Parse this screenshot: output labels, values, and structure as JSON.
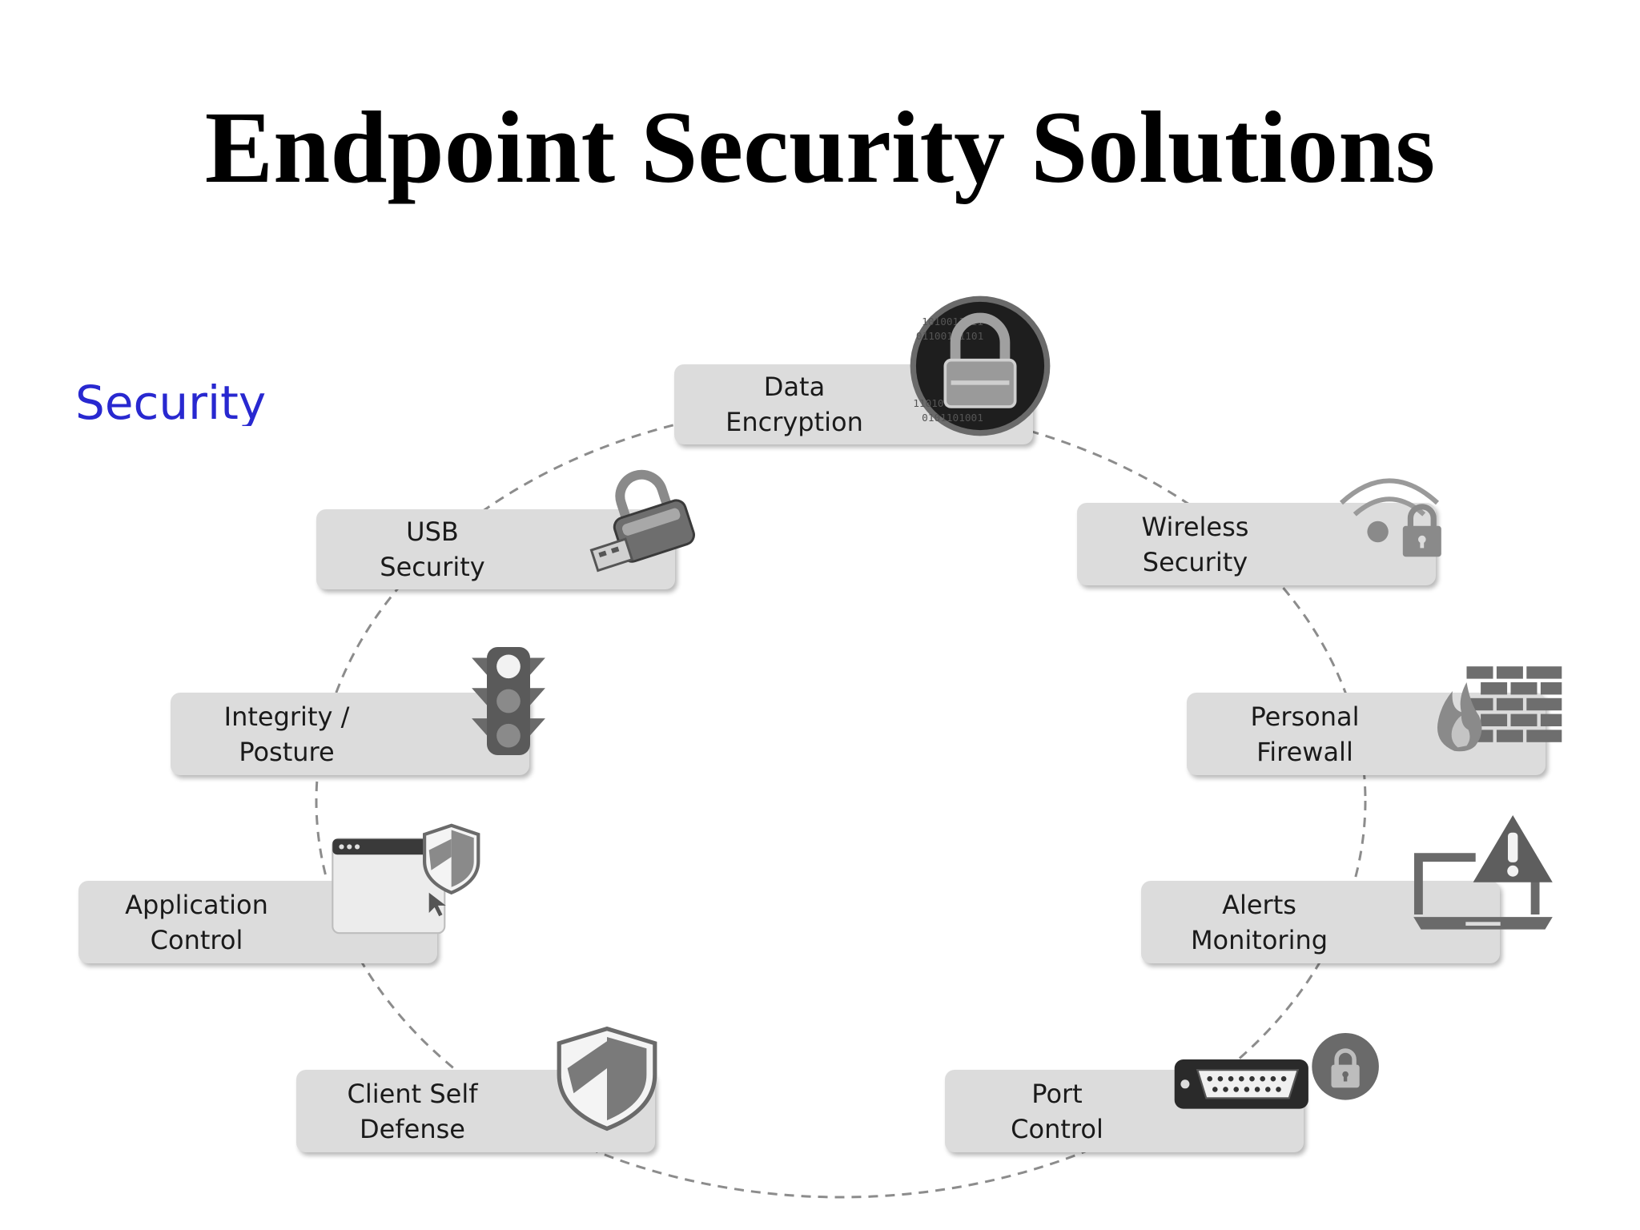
{
  "title": "Endpoint Security Solutions",
  "side_label": "Security",
  "items": [
    {
      "key": "data-encryption",
      "line1": "Data",
      "line2": "Encryption",
      "icon": "padlock-binary-icon"
    },
    {
      "key": "usb-security",
      "line1": "USB",
      "line2": "Security",
      "icon": "usb-lock-icon"
    },
    {
      "key": "integrity-posture",
      "line1": "Integrity /",
      "line2": "Posture",
      "icon": "traffic-light-icon"
    },
    {
      "key": "application-control",
      "line1": "Application",
      "line2": "Control",
      "icon": "app-window-shield-icon"
    },
    {
      "key": "client-self-defense",
      "line1": "Client Self",
      "line2": "Defense",
      "icon": "shield-icon"
    },
    {
      "key": "wireless-security",
      "line1": "Wireless",
      "line2": "Security",
      "icon": "wifi-lock-icon"
    },
    {
      "key": "personal-firewall",
      "line1": "Personal",
      "line2": "Firewall",
      "icon": "firewall-icon"
    },
    {
      "key": "alerts-monitoring",
      "line1": "Alerts",
      "line2": "Monitoring",
      "icon": "laptop-alert-icon"
    },
    {
      "key": "port-control",
      "line1": "Port",
      "line2": "Control",
      "icon": "serial-port-lock-icon"
    }
  ],
  "colors": {
    "title": "#000000",
    "side_label": "#2828d0",
    "box": "#dcdcdc",
    "icon_dark": "#4a4a4a",
    "ring": "#8c8c8c"
  }
}
